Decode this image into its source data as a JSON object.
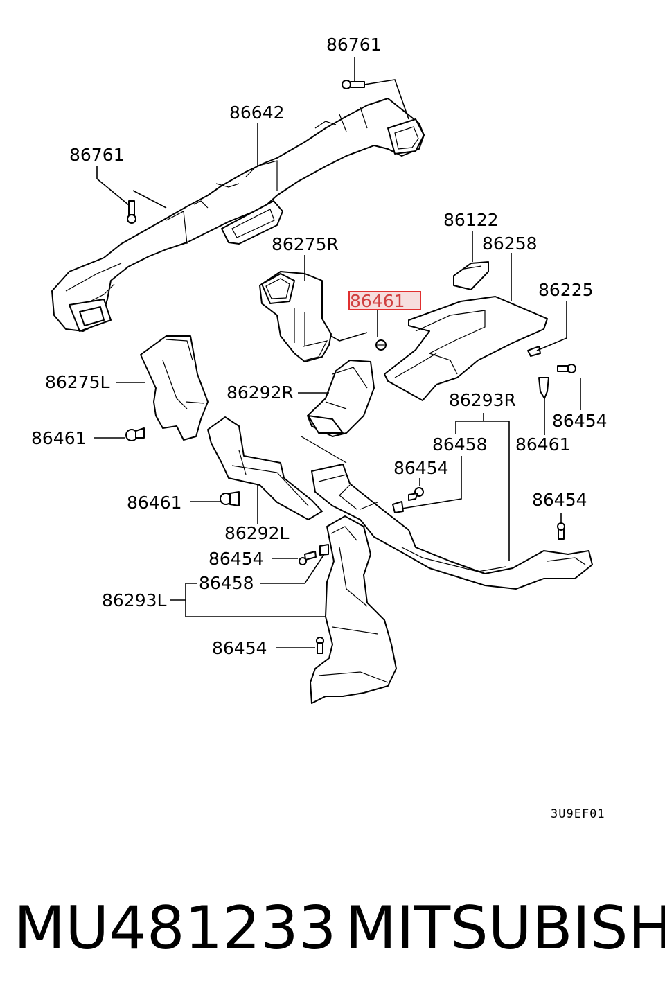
{
  "callouts": [
    {
      "id": "c1",
      "text": "86761"
    },
    {
      "id": "c2",
      "text": "86642"
    },
    {
      "id": "c3",
      "text": "86761"
    },
    {
      "id": "c4",
      "text": "86122"
    },
    {
      "id": "c5",
      "text": "86258"
    },
    {
      "id": "c6",
      "text": "86275R"
    },
    {
      "id": "c7",
      "text": "86225"
    },
    {
      "id": "c8",
      "text": "86461"
    },
    {
      "id": "c9",
      "text": "86275L"
    },
    {
      "id": "c10",
      "text": "86292R"
    },
    {
      "id": "c11",
      "text": "86293R"
    },
    {
      "id": "c12",
      "text": "86454"
    },
    {
      "id": "c13",
      "text": "86461"
    },
    {
      "id": "c14",
      "text": "86458"
    },
    {
      "id": "c15",
      "text": "86461"
    },
    {
      "id": "c16",
      "text": "86454"
    },
    {
      "id": "c17",
      "text": "86461"
    },
    {
      "id": "c18",
      "text": "86454"
    },
    {
      "id": "c19",
      "text": "86292L"
    },
    {
      "id": "c20",
      "text": "86454"
    },
    {
      "id": "c21",
      "text": "86458"
    },
    {
      "id": "c22",
      "text": "86293L"
    },
    {
      "id": "c23",
      "text": "86454"
    }
  ],
  "highlight": {
    "callout": "c8",
    "color": "#e03030"
  },
  "diagram_code": "3U9EF01",
  "footer": {
    "part_number": "MU481233",
    "brand": "MITSUBISHI"
  }
}
